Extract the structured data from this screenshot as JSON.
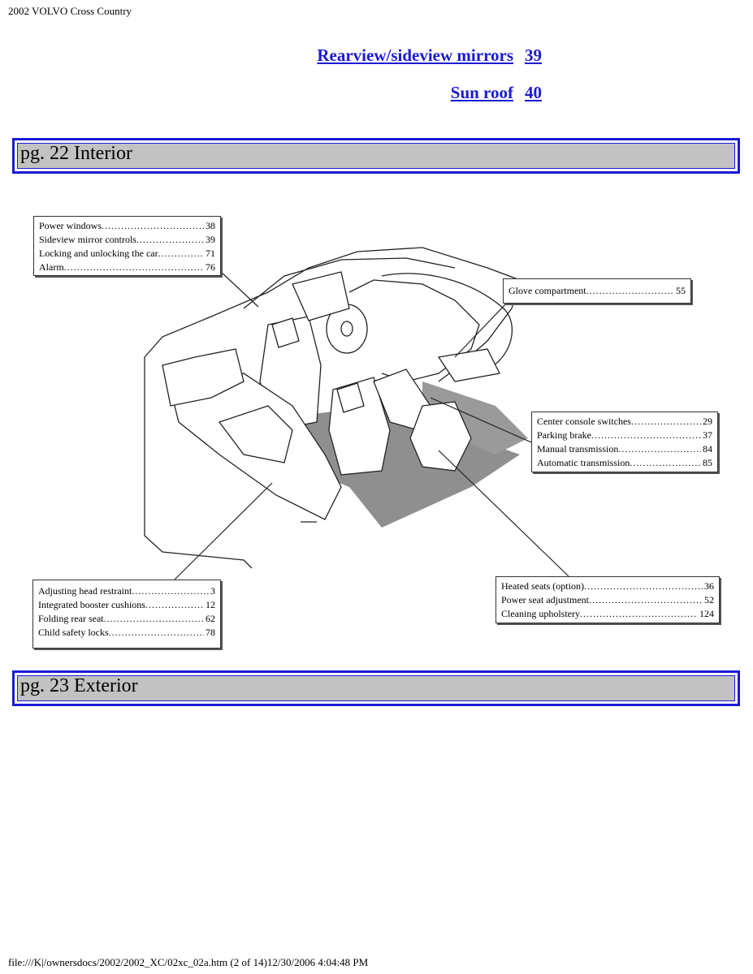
{
  "header": {
    "title": "2002 VOLVO Cross Country"
  },
  "toc": [
    {
      "label": "Rearview/sideview mirrors",
      "page": "39"
    },
    {
      "label": "Sun roof",
      "page": "40"
    }
  ],
  "sections": [
    {
      "label": "pg. 22 Interior"
    },
    {
      "label": "pg. 23 Exterior"
    }
  ],
  "callouts": {
    "top_left": [
      {
        "label": "Power windows",
        "page": "38"
      },
      {
        "label": "Sideview mirror controls",
        "page": "39"
      },
      {
        "label": "Locking and unlocking the car",
        "page": "71"
      },
      {
        "label": "Alarm",
        "page": "76"
      }
    ],
    "glove": [
      {
        "label": "Glove compartment",
        "page": "55"
      }
    ],
    "console": [
      {
        "label": "Center console switches",
        "page": "29"
      },
      {
        "label": "Parking brake",
        "page": "37"
      },
      {
        "label": "Manual transmission",
        "page": "84"
      },
      {
        "label": "Automatic transmission",
        "page": "85"
      }
    ],
    "bottom_left": [
      {
        "label": "Adjusting head restraint",
        "page": "3"
      },
      {
        "label": "Integrated booster cushions",
        "page": "12"
      },
      {
        "label": "Folding rear seat",
        "page": "62"
      },
      {
        "label": "Child safety locks",
        "page": "78"
      }
    ],
    "bottom_right": [
      {
        "label": "Heated seats (option)",
        "page": "36"
      },
      {
        "label": "Power seat adjustment",
        "page": "52"
      },
      {
        "label": "Cleaning upholstery",
        "page": "124"
      }
    ]
  },
  "footer": {
    "text": "file:///K|/ownersdocs/2002/2002_XC/02xc_02a.htm (2 of 14)12/30/2006 4:04:48 PM"
  },
  "colors": {
    "link": "#1a1ad4",
    "section_fill": "#c2c2c2"
  }
}
